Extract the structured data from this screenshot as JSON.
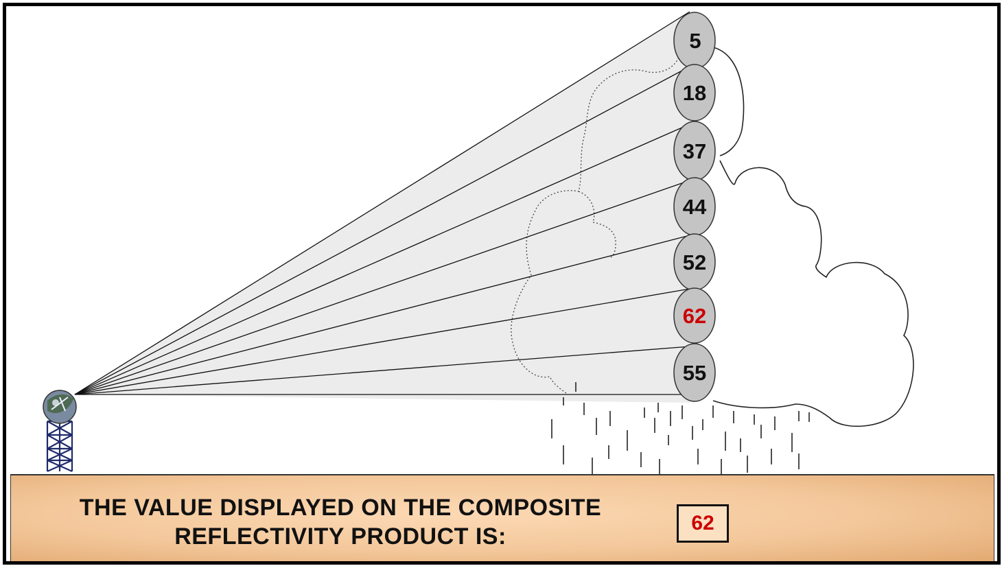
{
  "diagram": {
    "bins": [
      {
        "value": "5",
        "highlight": false
      },
      {
        "value": "18",
        "highlight": false
      },
      {
        "value": "37",
        "highlight": false
      },
      {
        "value": "44",
        "highlight": false
      },
      {
        "value": "52",
        "highlight": false
      },
      {
        "value": "62",
        "highlight": true
      },
      {
        "value": "55",
        "highlight": false
      }
    ]
  },
  "footer": {
    "line1": "THE VALUE DISPLAYED ON THE COMPOSITE",
    "line2": "REFLECTIVITY PRODUCT IS:",
    "answer": "62"
  },
  "colors": {
    "highlight": "#cc0000",
    "normal_text": "#111111",
    "bin_fill": "#c4c4c4",
    "beam_fill": "#ececec",
    "footer_bg": "#f3c79a"
  }
}
